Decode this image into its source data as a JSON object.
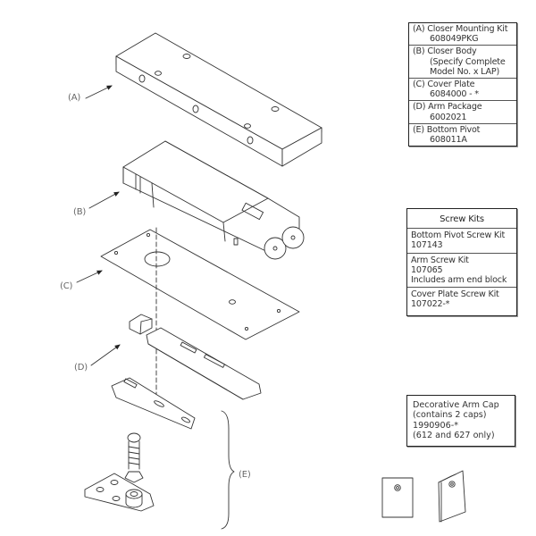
{
  "callouts": [
    {
      "id": "A",
      "label": "(A)"
    },
    {
      "id": "B",
      "label": "(B)"
    },
    {
      "id": "C",
      "label": "(C)"
    },
    {
      "id": "D",
      "label": "(D)"
    },
    {
      "id": "E",
      "label": "(E)"
    }
  ],
  "parts_table": {
    "rows": [
      {
        "line1": "(A) Closer Mounting Kit",
        "line2": "608049PKG"
      },
      {
        "line1": "(B) Closer Body",
        "line2": "(Specify Complete",
        "line3": "Model No. x LAP)"
      },
      {
        "line1": "(C) Cover Plate",
        "line2": "6084000 - *"
      },
      {
        "line1": "(D) Arm Package",
        "line2": "6002021"
      },
      {
        "line1": "(E) Bottom Pivot",
        "line2": "608011A"
      }
    ]
  },
  "screw_kits": {
    "title": "Screw Kits",
    "rows": [
      {
        "line1": "Bottom Pivot Screw Kit",
        "line2": "107143"
      },
      {
        "line1": "Arm Screw Kit",
        "line2": "107065",
        "line3": "Includes arm end block"
      },
      {
        "line1": "Cover Plate Screw Kit",
        "line2": "107022-*"
      }
    ]
  },
  "arm_cap": {
    "line1": "Decorative Arm Cap",
    "line2": "(contains 2 caps)",
    "line3": "1990906-*",
    "line4": "(612 and 627 only)"
  },
  "colors": {
    "line": "#333333",
    "text": "#3a3a3a",
    "background": "#ffffff"
  }
}
